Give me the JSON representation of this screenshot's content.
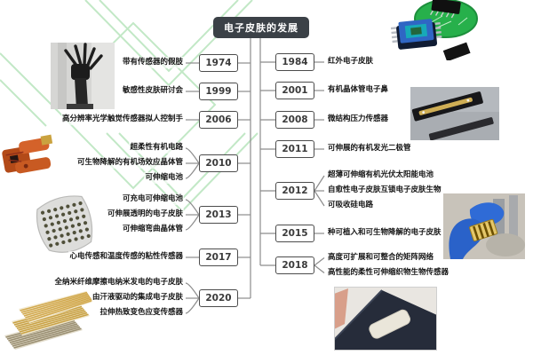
{
  "title": "电子皮肤的发展",
  "timeline": {
    "left": [
      {
        "year": "1974",
        "labels": [
          "带有传感器的假肢"
        ]
      },
      {
        "year": "1999",
        "labels": [
          "敏感性皮肤研讨会"
        ]
      },
      {
        "year": "2006",
        "labels": [
          "高分辨率光学触觉传感器拟人控制手"
        ]
      },
      {
        "year": "2010",
        "labels": [
          "超柔性有机电路",
          "可生物降解的有机场效应晶体管",
          "可伸缩电池"
        ]
      },
      {
        "year": "2013",
        "labels": [
          "可充电可伸缩电池",
          "可伸展透明的电子皮肤",
          "可伸缩弯曲晶体管"
        ]
      },
      {
        "year": "2017",
        "labels": [
          "心电传感和温度传感的粘性传感器"
        ]
      },
      {
        "year": "2020",
        "labels": [
          "全纳米纤维摩擦电纳米发电的电子皮肤",
          "由汗液驱动的集成电子皮肤",
          "拉伸热致变色应变传感器"
        ]
      }
    ],
    "right": [
      {
        "year": "1984",
        "labels": [
          "红外电子皮肤"
        ]
      },
      {
        "year": "2001",
        "labels": [
          "有机晶体管电子鼻"
        ]
      },
      {
        "year": "2008",
        "labels": [
          "微结构压力传感器"
        ]
      },
      {
        "year": "2011",
        "labels": [
          "可伸展的有机发光二极管"
        ]
      },
      {
        "year": "2012",
        "labels": [
          "超薄可伸缩有机光伏太阳能电池",
          "自愈性电子皮肤互锁电子皮肤生物",
          "可吸收硅电路"
        ]
      },
      {
        "year": "2015",
        "labels": [
          "种可植入和可生物降解的电子皮肤"
        ]
      },
      {
        "year": "2018",
        "labels": [
          "高度可扩展和可整合的矩阵网络",
          "高性能的柔性可伸缩织物生物传感器"
        ]
      }
    ]
  },
  "images": [
    {
      "name": "photo-robotic-hand",
      "depicts": "black robotic prosthetic hand"
    },
    {
      "name": "photo-microchips",
      "depicts": "blue microchip and green circular PCB"
    },
    {
      "name": "photo-black-bar-devices",
      "depicts": "two elongated black sensor bars"
    },
    {
      "name": "photo-flexible-circuit",
      "depicts": "orange flexible printed circuit"
    },
    {
      "name": "photo-dot-array-sheet",
      "depicts": "curved gray sheet with sensor dot grid"
    },
    {
      "name": "photo-blue-glove-chip",
      "depicts": "blue gloved hand holding gold striped device"
    },
    {
      "name": "photo-gold-fiber-mats",
      "depicts": "layered golden nanofiber mats"
    },
    {
      "name": "photo-sleeve-patch",
      "depicts": "dark sleeve with white rectangular e-skin patch"
    }
  ],
  "colors": {
    "title_bg": "#3b4147",
    "line": "#8c8c8c",
    "decor_green": "#c2e8c6"
  }
}
